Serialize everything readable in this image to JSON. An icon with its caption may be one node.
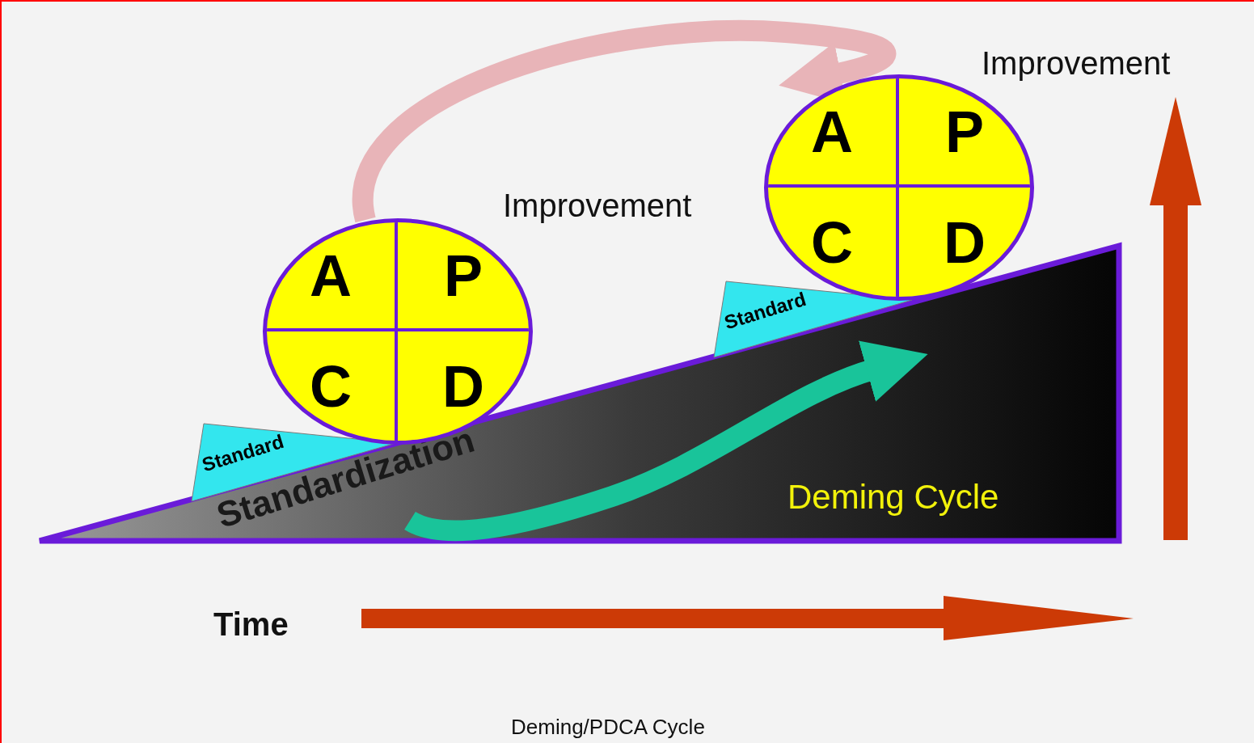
{
  "diagram": {
    "caption": "Deming/PDCA Cycle",
    "nodes": [
      {
        "text": [
          "Standardization",
          "Deming Cycle"
        ]
      },
      {
        "text": [
          "Standard"
        ]
      },
      {
        "text": [],
        "shape": "circle"
      },
      {
        "text": [
          "A"
        ],
        "in": 2
      },
      {
        "text": [
          "P"
        ],
        "in": 2
      },
      {
        "text": [
          "C"
        ],
        "in": 2
      },
      {
        "text": [
          "D"
        ],
        "in": 2
      },
      {
        "text": [
          "Standard"
        ]
      },
      {
        "text": [],
        "shape": "circle"
      },
      {
        "text": [
          "A"
        ],
        "in": 8
      },
      {
        "text": [
          "P"
        ],
        "in": 8
      },
      {
        "text": [
          "C"
        ],
        "in": 8
      },
      {
        "text": [
          "D"
        ],
        "in": 8
      }
    ],
    "edges": [
      {
        "from": 2,
        "to": 8,
        "arrow": "to"
      },
      {
        "from": 0,
        "to": 7,
        "arrow": "to",
        "color": "#19c49a"
      }
    ],
    "labels": [
      "Improvement",
      "Improvement",
      "Time"
    ]
  }
}
